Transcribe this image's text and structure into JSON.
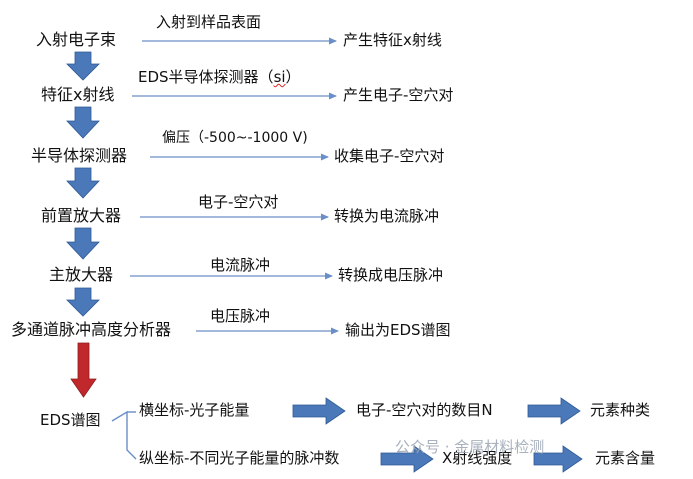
{
  "steps": [
    {
      "node": "入射电子束",
      "edge": "入射到样品表面",
      "result": "产生特征x射线"
    },
    {
      "node": "特征x射线",
      "edge_prefix": "EDS半导体探测器（",
      "edge_mark": "si",
      "edge_suffix": "）",
      "result": "产生电子-空穴对"
    },
    {
      "node": "半导体探测器",
      "edge": "偏压（-500~-1000 V)",
      "result": "收集电子-空穴对"
    },
    {
      "node": "前置放大器",
      "edge": "电子-空穴对",
      "result": "转换为电流脉冲"
    },
    {
      "node": "主放大器",
      "edge": "电流脉冲",
      "result": "转换成电压脉冲"
    },
    {
      "node": "多通道脉冲高度分析器",
      "edge": "电压脉冲",
      "result": "输出为EDS谱图"
    }
  ],
  "spectrum": {
    "node": "EDS谱图",
    "x_axis": {
      "label": "横坐标-光子能量",
      "quantity": "电子-空穴对的数目N",
      "meaning": "元素种类"
    },
    "y_axis": {
      "label": "纵坐标-不同光子能量的脉冲数",
      "quantity": "X射线强度",
      "meaning": "元素含量"
    }
  },
  "watermark": "公众号 · 金属材料检测",
  "colors": {
    "flow_arrow": "#4a78b8",
    "flow_arrow_dark": "#2f5a96",
    "thin_arrow": "#6a8fc8",
    "highlight_arrow": "#c0282c",
    "text": "#111111"
  }
}
